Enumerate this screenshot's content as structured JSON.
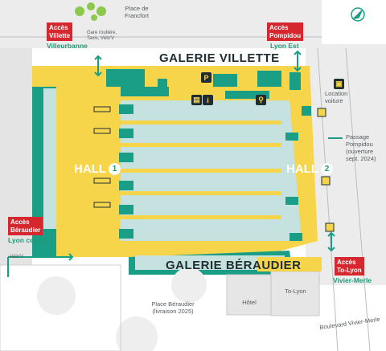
{
  "places": {
    "place_francfort": "Place de\nFrancfort",
    "place_beraudier": "Place Béraudier\n(livraison 2025)",
    "hotel": "Hôtel",
    "to_lyon": "To-Lyon",
    "boulevard": "Boulevard Vivier-Merle",
    "location_voiture": "Location\nvoiture",
    "passage_pompidou": "Passage\nPompidou\n(ouverture\nsept. 2024)"
  },
  "galleries": {
    "villette": "GALERIE VILLETTE",
    "beraudier": "GALERIE BÉRAUDIER"
  },
  "halls": {
    "hall1_label": "HALL",
    "hall1_num": "1",
    "hall2_label": "HALL",
    "hall2_num": "2"
  },
  "accesses": {
    "villette": {
      "title": "Accès\nVillette",
      "subtitle": "Villeurbanne"
    },
    "pompidou": {
      "title": "Accès\nPompidou",
      "subtitle": "Lyon Est"
    },
    "beraudier": {
      "title": "Accès\nBéraudier",
      "subtitle": "Lyon centre",
      "note": "Vélo'V"
    },
    "to_lyon": {
      "title": "Accès\nTo-Lyon",
      "subtitle": "Vivier-Merle"
    }
  },
  "transport_note": "Gare routière,\nTaxis, Vélo'V",
  "colors": {
    "yellow": "#f7d54a",
    "teal": "#1a9e86",
    "light_teal": "#c5e2e0",
    "red": "#d6272e",
    "dark": "#1f2d33",
    "gray": "#dcdcdc"
  },
  "icons": [
    "compass-icon",
    "parking-icon",
    "car-rental-icon",
    "restroom-icon",
    "luggage-icon",
    "info-icon"
  ]
}
